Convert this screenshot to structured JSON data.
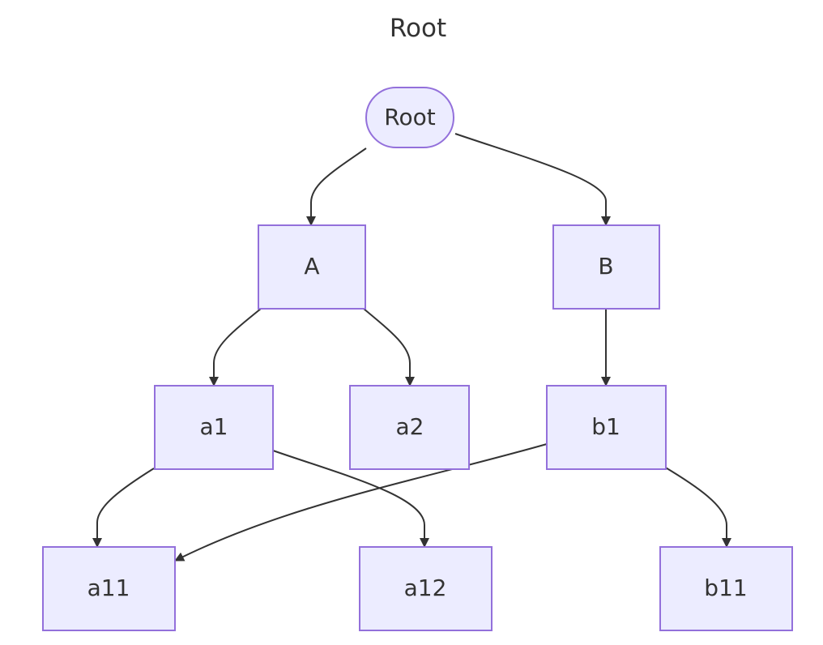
{
  "diagram": {
    "title": "Root",
    "nodes": {
      "root": "Root",
      "A": "A",
      "B": "B",
      "a1": "a1",
      "a2": "a2",
      "b1": "b1",
      "a11": "a11",
      "a12": "a12",
      "b11": "b11"
    },
    "edges": [
      {
        "from": "root",
        "to": "A"
      },
      {
        "from": "root",
        "to": "B"
      },
      {
        "from": "A",
        "to": "a1"
      },
      {
        "from": "A",
        "to": "a2"
      },
      {
        "from": "B",
        "to": "b1"
      },
      {
        "from": "a1",
        "to": "a11"
      },
      {
        "from": "a1",
        "to": "a12"
      },
      {
        "from": "b1",
        "to": "a11"
      },
      {
        "from": "b1",
        "to": "b11"
      }
    ],
    "colors": {
      "node_fill": "#ECECFF",
      "node_stroke": "#9370DB",
      "edge": "#333333",
      "text": "#333333"
    }
  }
}
